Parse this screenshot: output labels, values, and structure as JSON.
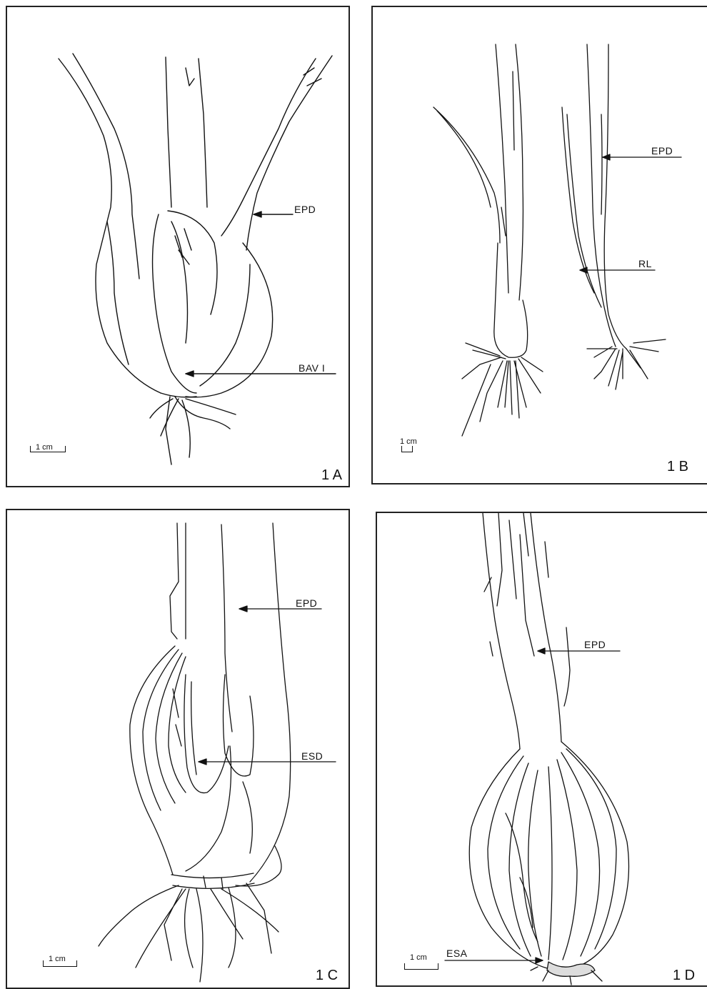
{
  "panels": {
    "a": {
      "id": "1 A",
      "scale": "1 cm",
      "labels": {
        "epd": "EPD",
        "bav": "BAV I"
      }
    },
    "b": {
      "id": "1 B",
      "scale": "1 cm",
      "labels": {
        "epd": "EPD",
        "rl": "RL"
      }
    },
    "c": {
      "id": "1 C",
      "scale": "1 cm",
      "labels": {
        "epd": "EPD",
        "esd": "ESD"
      }
    },
    "d": {
      "id": "1 D",
      "scale": "1 cm",
      "labels": {
        "epd": "EPD",
        "esa": "ESA"
      }
    }
  }
}
